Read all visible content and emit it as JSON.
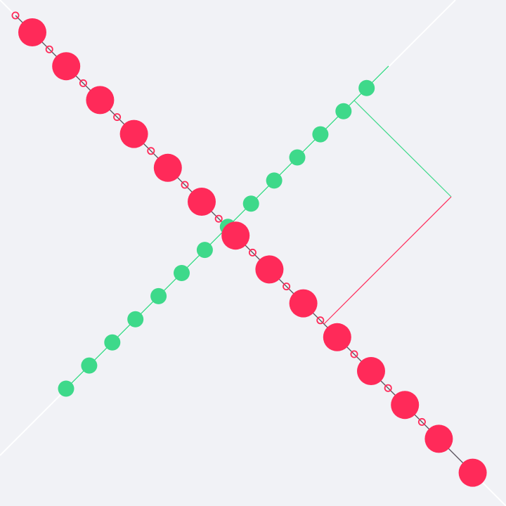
{
  "colors": {
    "background": "#f1f2f6",
    "guide_line": "#ffffff",
    "red": "#ff2a59",
    "green": "#3ed98a",
    "track": "#5b5460"
  },
  "red_axis": {
    "large_dot_count": 14,
    "small_ring_count": 13
  },
  "green_axis": {
    "dot_count": 14
  },
  "bracket": {
    "green_arm": true,
    "red_arm": true
  }
}
